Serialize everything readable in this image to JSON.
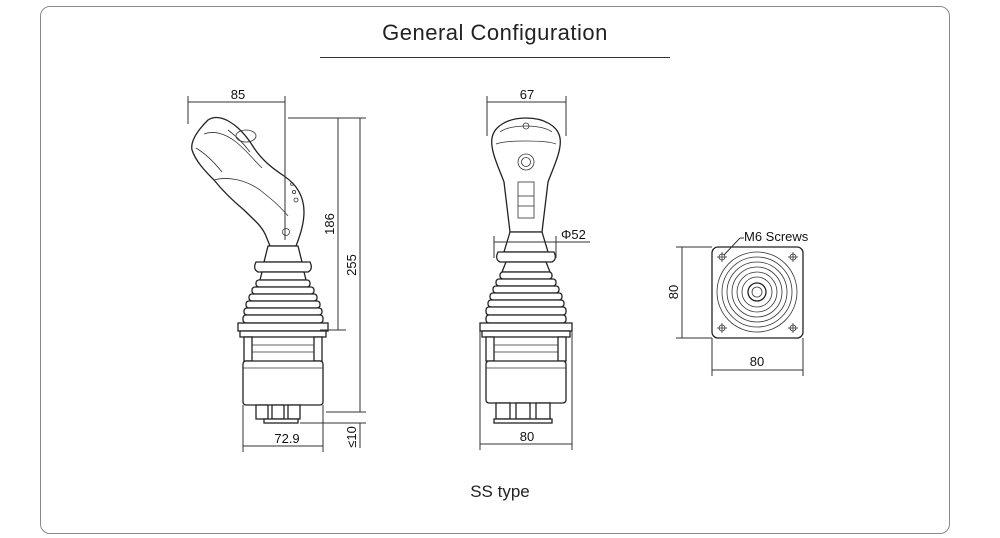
{
  "title": "General Configuration",
  "caption": "SS type",
  "dimensions": {
    "side_top_width": "85",
    "side_handle_height": "186",
    "side_total_height": "255",
    "side_base_width": "72.9",
    "side_bottom_clearance": "≤10",
    "front_top_width": "67",
    "front_diameter": "Φ52",
    "front_base_width": "80",
    "plate_screws": "M6 Screws",
    "plate_height": "80",
    "plate_width": "80"
  }
}
